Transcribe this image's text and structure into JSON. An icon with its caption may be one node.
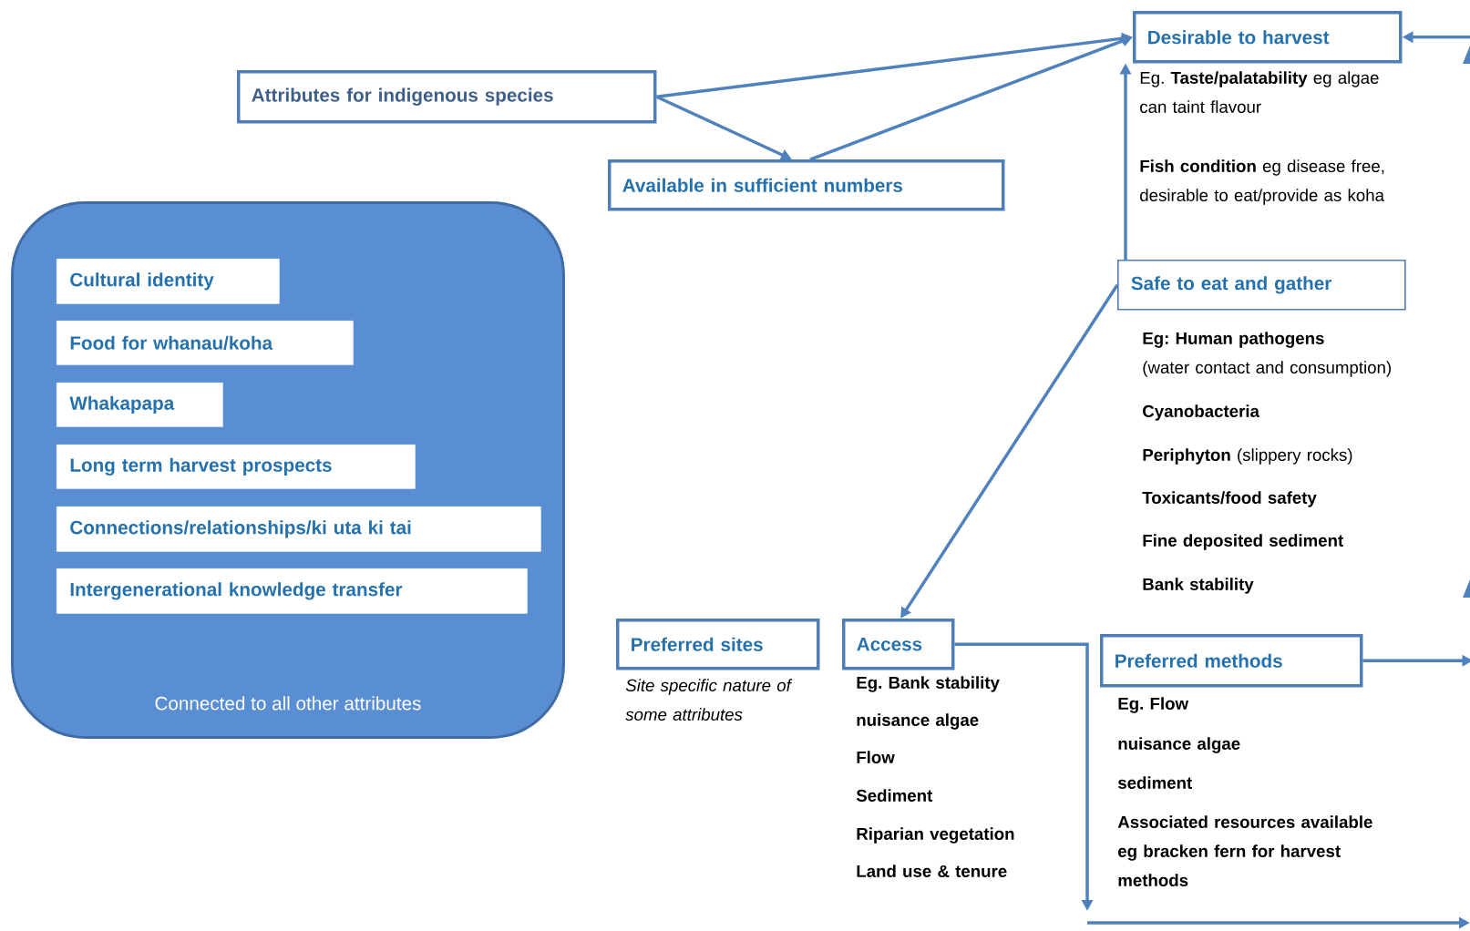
{
  "diagram": {
    "nodes": [
      {
        "text": [
          "Attributes for indigenous species"
        ]
      },
      {
        "text": [
          "Available in sufficient numbers"
        ]
      },
      {
        "text": [
          "Desirable to harvest"
        ],
        "beside": [
          "Eg. **Taste/palatability** eg algae can taint flavour",
          "**Fish condition** eg disease free, desirable to eat/provide as koha"
        ]
      },
      {
        "text": [
          "Safe to eat and gather"
        ],
        "beside": [
          "Eg: Human pathogens",
          "(water contact and consumption)",
          "Cyanobacteria",
          "**Periphyton** (slippery rocks)",
          "Toxicants/food safety",
          "Fine deposited sediment",
          "Bank stability"
        ]
      },
      {
        "text": [
          "Connected to all other attributes"
        ]
      },
      {
        "text": [
          "Cultural identity"
        ],
        "in": 4
      },
      {
        "text": [
          "Food for whanau/koha"
        ],
        "in": 4
      },
      {
        "text": [
          "Whakapapa"
        ],
        "in": 4
      },
      {
        "text": [
          "Long term harvest prospects"
        ],
        "in": 4
      },
      {
        "text": [
          "Connections/relationships/ki uta ki tai"
        ],
        "in": 4
      },
      {
        "text": [
          "Intergenerational knowledge transfer"
        ],
        "in": 4
      },
      {
        "text": [
          "Preferred sites"
        ],
        "beside": [
          "Site specific nature of some attributes"
        ]
      },
      {
        "text": [
          "Access"
        ],
        "beside": [
          "Eg. Bank stability",
          "nuisance algae",
          "Flow",
          "Sediment",
          "Riparian vegetation",
          "Land use & tenure"
        ]
      },
      {
        "text": [
          "Preferred methods"
        ],
        "beside": [
          "Eg. Flow",
          "nuisance algae",
          "sediment",
          "Associated resources available eg bracken fern for harvest methods"
        ]
      }
    ],
    "edges": [
      {
        "from": 0,
        "to": 2,
        "arrow": "to"
      },
      {
        "from": 0,
        "to": 1,
        "arrow": "to"
      },
      {
        "from": 1,
        "to": 2,
        "arrow": "to"
      },
      {
        "from": 3,
        "to": 2,
        "arrow": "to"
      },
      {
        "from": 3,
        "to": 12,
        "arrow": "to"
      },
      {
        "from": 12,
        "to": null,
        "arrow": "to"
      },
      {
        "from": 13,
        "to": null,
        "arrow": "to"
      },
      {
        "from": null,
        "to": 2,
        "arrow": "to"
      }
    ]
  }
}
